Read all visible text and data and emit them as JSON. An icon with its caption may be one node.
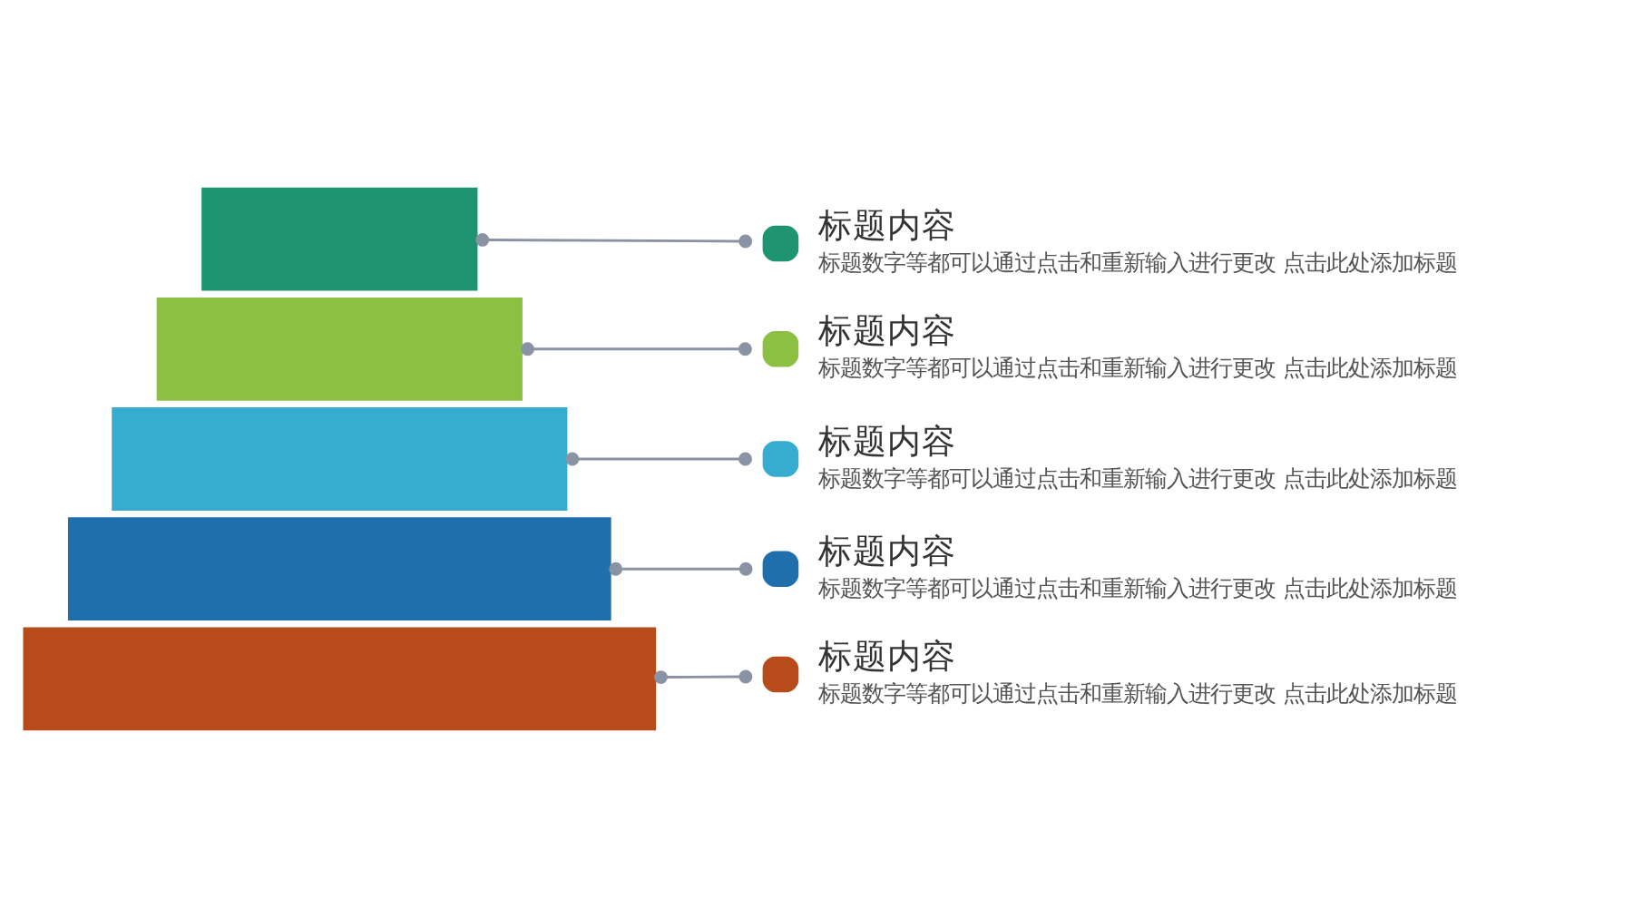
{
  "diagram": {
    "nodes": [
      {
        "text": [],
        "shape": "bar"
      },
      {
        "text": [],
        "shape": "bar"
      },
      {
        "text": [],
        "shape": "bar"
      },
      {
        "text": [],
        "shape": "bar"
      },
      {
        "text": [],
        "shape": "bar"
      },
      {
        "text": [
          "标题内容",
          "标题数字等都可以通过点击和重新输入进行更改 点击此处添加标题"
        ]
      },
      {
        "text": [
          "标题内容",
          "标题数字等都可以通过点击和重新输入进行更改 点击此处添加标题"
        ]
      },
      {
        "text": [
          "标题内容",
          "标题数字等都可以通过点击和重新输入进行更改 点击此处添加标题"
        ]
      },
      {
        "text": [
          "标题内容",
          "标题数字等都可以通过点击和重新输入进行更改 点击此处添加标题"
        ]
      },
      {
        "text": [
          "标题内容",
          "标题数字等都可以通过点击和重新输入进行更改 点击此处添加标题"
        ]
      }
    ],
    "edges": [
      {
        "from": 0,
        "to": 5,
        "arrow": "other"
      },
      {
        "from": 1,
        "to": 6,
        "arrow": "other"
      },
      {
        "from": 2,
        "to": 7,
        "arrow": "other"
      },
      {
        "from": 3,
        "to": 8,
        "arrow": "other"
      },
      {
        "from": 4,
        "to": 9,
        "arrow": "other"
      }
    ]
  }
}
